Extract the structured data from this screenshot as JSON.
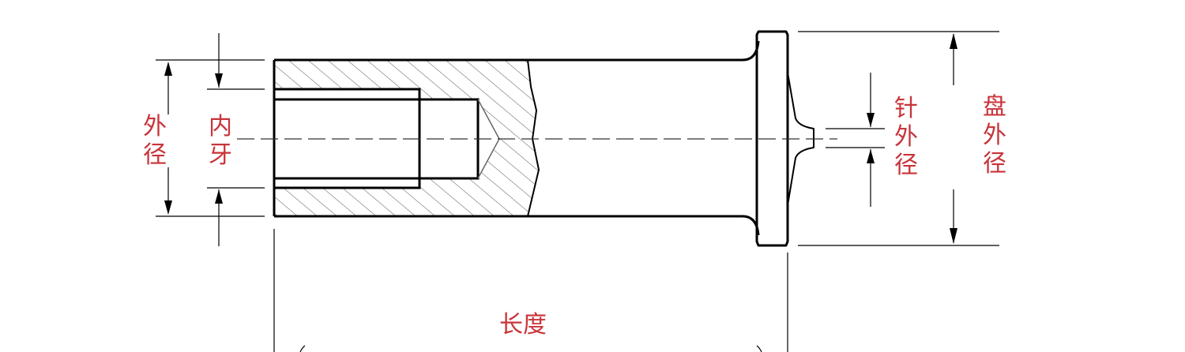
{
  "labels": {
    "outer_diameter": "外\n径",
    "inner_thread": "内\n牙",
    "pin_outer_diameter": "针\n外\n径",
    "disc_outer_diameter": "盘\n外\n径",
    "length": "长度"
  },
  "colors": {
    "line": "#000000",
    "label": "#c8343a",
    "background": "#ffffff"
  }
}
